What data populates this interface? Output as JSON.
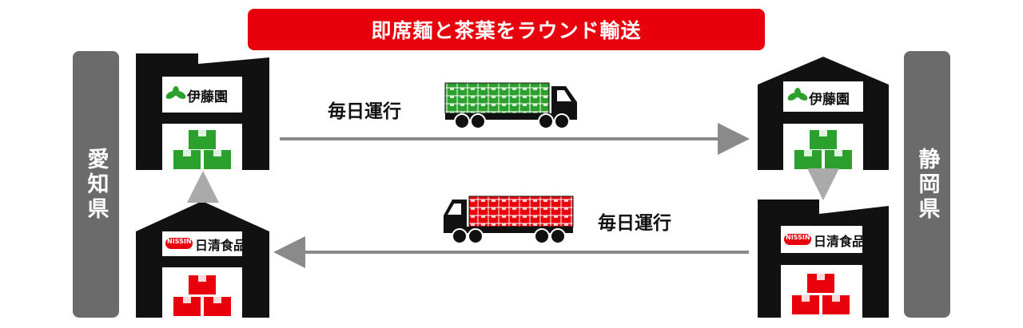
{
  "banner": {
    "title": "即席麺と茶葉をラウンド輸送"
  },
  "prefectures": {
    "left": "愛知県",
    "right": "静岡県"
  },
  "routes": {
    "top_label": "毎日運行",
    "bottom_label": "毎日運行"
  },
  "companies": {
    "itoen": "伊藤園",
    "nissin": "日清食品",
    "nissin_mark": "NISSIN"
  },
  "colors": {
    "accent": "#e8000c",
    "green": "#2ca02c",
    "red": "#e8000c",
    "gray": "#6b6b6b"
  }
}
